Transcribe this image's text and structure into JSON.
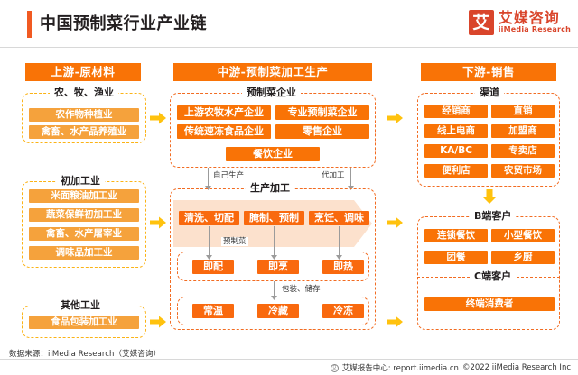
{
  "header": {
    "title": "中国预制菜行业产业链",
    "logo_mark": "艾",
    "logo_cn": "艾媒咨询",
    "logo_en": "iiMedia Research"
  },
  "upstream": {
    "heading": "上游-原材料",
    "groups": [
      {
        "label": "农、牧、渔业",
        "items": [
          "农作物种植业",
          "禽畜、水产品养殖业"
        ]
      },
      {
        "label": "初加工业",
        "items": [
          "米面粮油加工业",
          "蔬菜保鲜初加工业",
          "禽畜、水产屠宰业",
          "调味品加工业"
        ]
      },
      {
        "label": "其他工业",
        "items": [
          "食品包装加工业"
        ]
      }
    ]
  },
  "midstream": {
    "heading": "中游-预制菜加工生产",
    "enterprise": {
      "label": "预制菜企业",
      "row1": [
        "上游农牧水产企业",
        "专业预制菜企业"
      ],
      "row2": [
        "传统速冻食品企业",
        "零售企业"
      ],
      "row3": [
        "餐饮企业"
      ]
    },
    "flow_tags": {
      "left": "自己生产",
      "right": "代加工"
    },
    "production": {
      "label": "生产加工",
      "steps": [
        "清洗、切配",
        "腌制、预制",
        "烹饪、调味"
      ],
      "prepared_tag": "预制菜",
      "prepared_items": [
        "即配",
        "即烹",
        "即热"
      ],
      "storage_tag": "包装、储存",
      "storage_items": [
        "常温",
        "冷藏",
        "冷冻"
      ]
    }
  },
  "downstream": {
    "heading": "下游-销售",
    "channel": {
      "label": "渠道",
      "items": [
        "经销商",
        "直销",
        "线上电商",
        "加盟商",
        "KA/BC",
        "专卖店",
        "便利店",
        "农贸市场"
      ]
    },
    "b_customer": {
      "label": "B端客户",
      "items": [
        "连锁餐饮",
        "小型餐饮",
        "团餐",
        "乡厨"
      ]
    },
    "c_customer": {
      "label": "C端客户",
      "items": [
        "终端消费者"
      ]
    }
  },
  "footer": {
    "source": "数据来源：iiMedia Research（艾媒咨询）",
    "badge": "艾",
    "report": "艾媒报告中心: report.iimedia.cn",
    "copyright": "©2022  iiMedia Research Inc"
  },
  "colors": {
    "brand_orange": "#F15A22",
    "header_orange": "#F97306",
    "chip_light": "#F5A23C",
    "chip_hot": "#F9690E",
    "dash_yellow": "#FBB316",
    "dash_orange": "#F26C22",
    "arrow_yellow": "#FFC20E"
  }
}
